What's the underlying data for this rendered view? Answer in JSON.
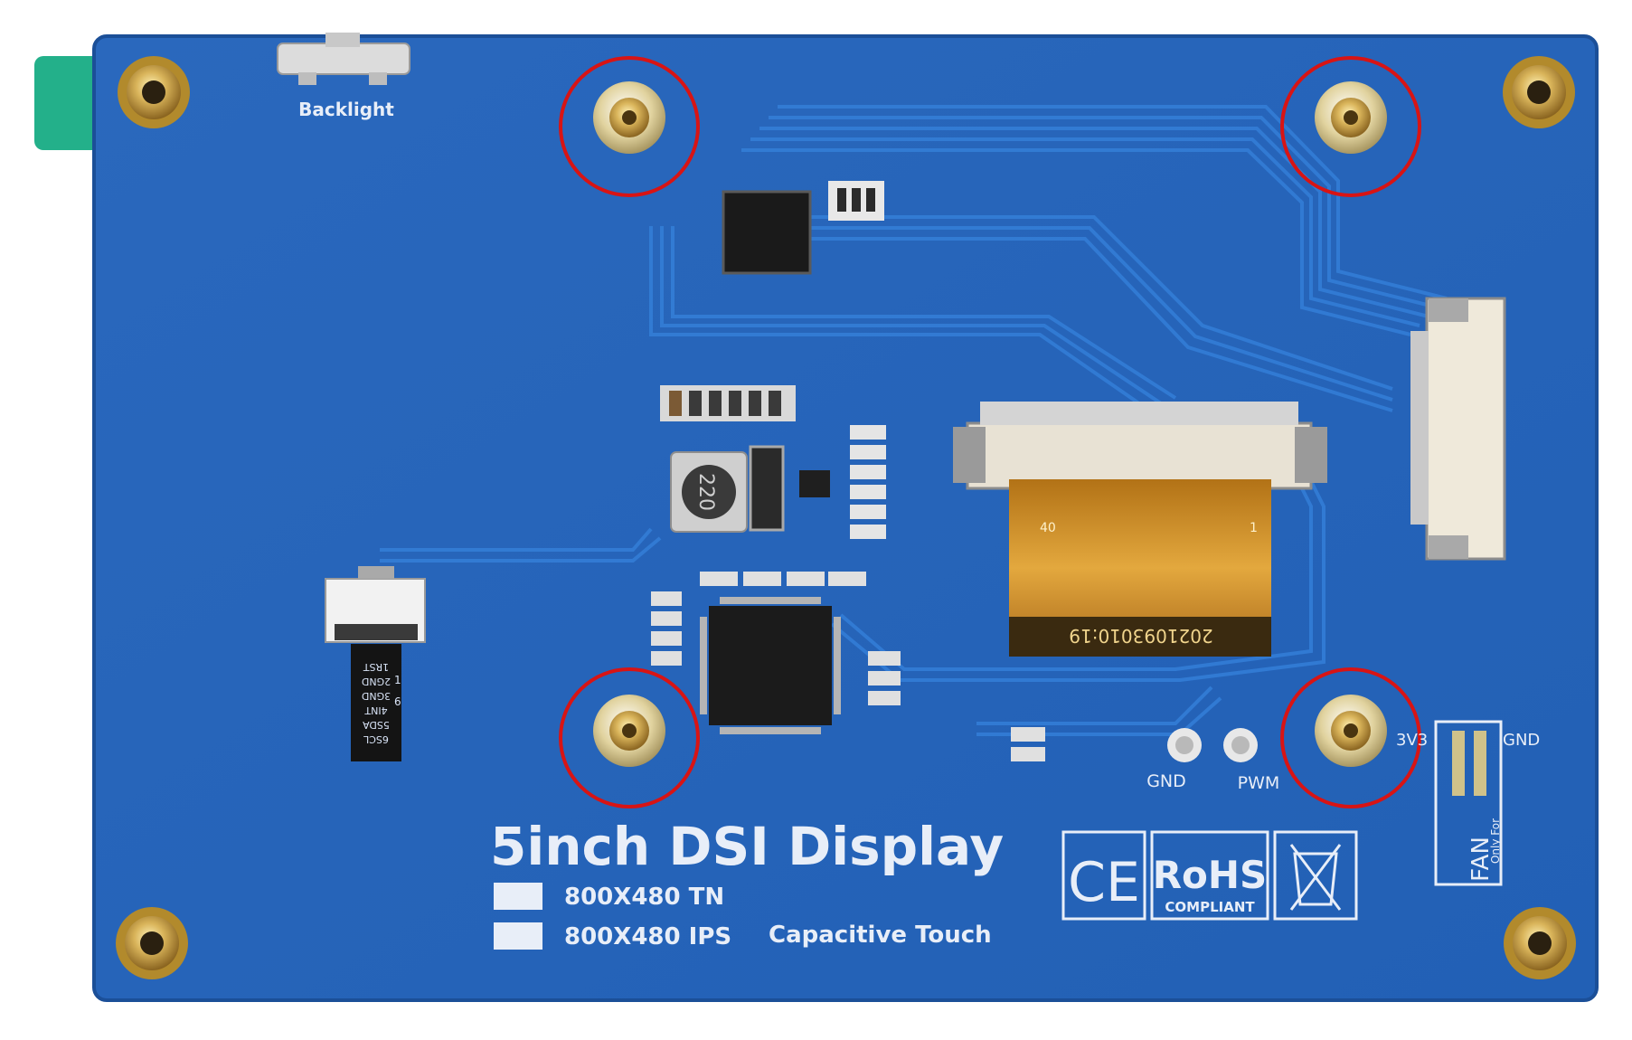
{
  "colors": {
    "pcb": "#2b6cc0",
    "pcb_edge": "#1f56a3",
    "trace": "#2f78d2",
    "silk": "#e8eef8",
    "highlight_circle": "#d81414",
    "brass": "#c9a14a",
    "ffc_orange": "#d39a34"
  },
  "labels": {
    "backlight": "Backlight",
    "title": "5inch DSI Display",
    "res_tn": "800X480 TN",
    "res_ips": "800X480 IPS",
    "touch": "Capacitive Touch",
    "pin_gnd": "GND",
    "pin_pwm": "PWM",
    "fan_3v3": "3V3",
    "fan_gnd": "GND",
    "fan_label": "FAN",
    "fan_only_for": "Only For",
    "ce_mark": "CE",
    "rohs": "RoHS",
    "rohs_sub": "COMPLIANT",
    "inductor": "220",
    "ffc_code": "2021093010:19",
    "ffc_left": "40",
    "ffc_right": "1",
    "small_conn_pins": [
      "1RST",
      "2GND",
      "3GND",
      "4INT",
      "5SDA",
      "6SCL"
    ],
    "small_conn_nums": [
      "1",
      "6"
    ]
  },
  "icons": {
    "ce": "ce-mark-icon",
    "rohs": "rohs-compliant-icon",
    "weee": "crossed-bin-icon"
  }
}
